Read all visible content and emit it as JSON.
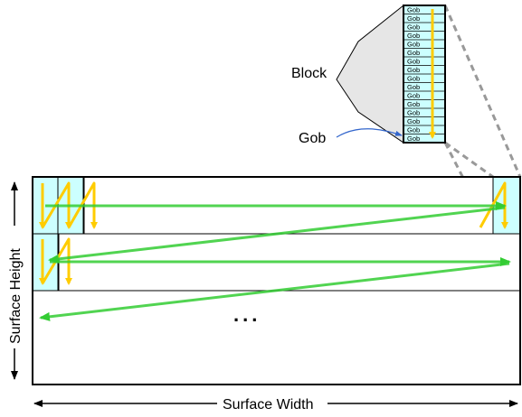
{
  "labels": {
    "block": "Block",
    "gob": "Gob",
    "surface_height": "Surface Height",
    "surface_width": "Surface Width",
    "ellipsis": "..."
  },
  "block_detail": {
    "gob_label": "Gob",
    "gob_count": 16
  },
  "colors": {
    "cyan_fill": "#ccffff",
    "yellow_arrow": "#ffcc00",
    "green_arrow": "#33cc33",
    "callout_fill": "#e6e6e6",
    "dashed_line": "#999999",
    "outline": "#000000"
  }
}
